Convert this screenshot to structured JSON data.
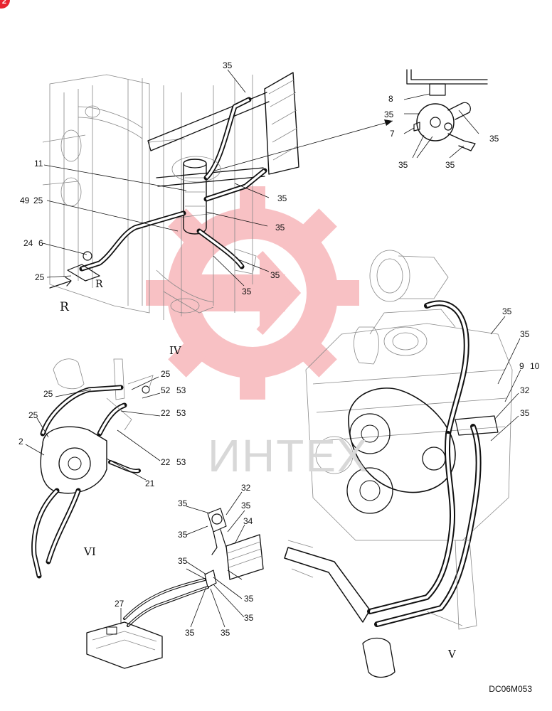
{
  "brand": {
    "badge_text": "2",
    "watermark_text": "ИНТЕХ",
    "watermark_color": "#e8232f"
  },
  "drawing_code": "DC06M053",
  "views": {
    "iv": "IV",
    "v": "V",
    "vi": "VI",
    "r_small": "R",
    "r_big": "R"
  },
  "callouts": {
    "c35_a": "35",
    "c8": "8",
    "c35_b": "35",
    "c7": "7",
    "c35_c": "35",
    "c35_d": "35",
    "c35_e": "35",
    "c11": "11",
    "c35_f": "35",
    "c49": "49",
    "c25_a": "25",
    "c35_g": "35",
    "c24": "24",
    "c6": "6",
    "c35_h": "35",
    "c25_b": "25",
    "c35_i": "35",
    "c35_j": "35",
    "c35_k": "35",
    "c9": "9",
    "c10": "10",
    "c32_a": "32",
    "c35_l": "35",
    "c25_c": "25",
    "c25_d": "25",
    "c52": "52",
    "c53_a": "53",
    "c25_e": "25",
    "c22_a": "22",
    "c53_b": "53",
    "c2": "2",
    "c22_b": "22",
    "c53_c": "53",
    "c21": "21",
    "c32_b": "32",
    "c35_m": "35",
    "c35_n": "35",
    "c35_o": "35",
    "c34": "34",
    "c35_p": "35",
    "c35_q": "35",
    "c35_r": "35",
    "c27": "27",
    "c35_s": "35",
    "c35_t": "35"
  }
}
